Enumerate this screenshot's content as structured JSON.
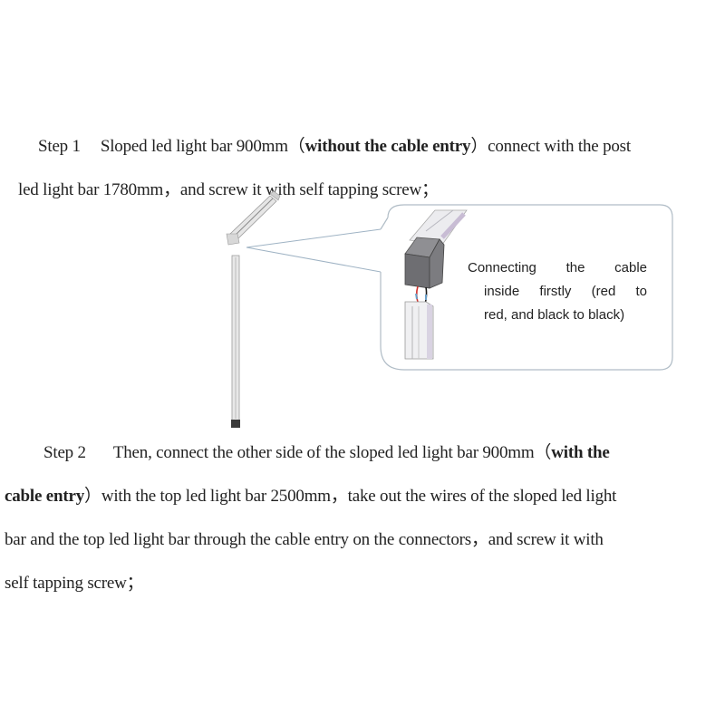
{
  "step1": {
    "label": "Step 1",
    "line1_pre": "Sloped led light bar 900mm（",
    "line1_bold": "without the cable entry",
    "line1_post": "）connect with the post",
    "line2": "led light bar 1780mm，and screw it with self tapping screw；"
  },
  "callout": {
    "line1": "Connecting the cable",
    "line2": "inside firstly (red to",
    "line3": "red, and black to black)",
    "border_color": "#b0bcc6",
    "pointer_color": "#9fb3c4"
  },
  "step2": {
    "label": "Step 2",
    "line1_pre": "Then, connect the other side of the sloped led light bar 900mm（",
    "line1_bold": "with the",
    "line2_bold": "cable entry",
    "line2_post": "）with the top led light bar 2500mm，take out the wires of the sloped led light",
    "line3": "bar and the top led light bar through the cable entry on the connectors，and screw it with",
    "line4": "self tapping screw；"
  },
  "illustration": {
    "parts": [
      "sloped-light-bar",
      "corner-connector",
      "post-light-bar",
      "end-cap"
    ],
    "wire_colors": [
      "#d0332e",
      "#1a1a1a"
    ]
  }
}
